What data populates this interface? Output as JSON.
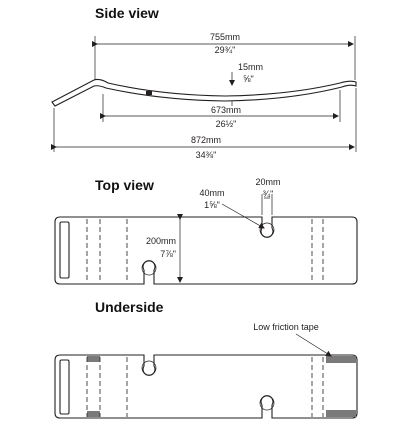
{
  "side_view": {
    "title": "Side view",
    "dim_top_mm": "755mm",
    "dim_top_in": "29¾\"",
    "dim_thickness_mm": "15mm",
    "dim_thickness_in": "⅝\"",
    "dim_mid_mm": "673mm",
    "dim_mid_in": "26½\"",
    "dim_total_mm": "872mm",
    "dim_total_in": "34⅜\""
  },
  "top_view": {
    "title": "Top view",
    "dim_slot_width_mm": "20mm",
    "dim_slot_width_in": "¾\"",
    "dim_slot_depth_mm": "40mm",
    "dim_slot_depth_in": "1⅝\"",
    "dim_width_mm": "200mm",
    "dim_width_in": "7⅞\""
  },
  "underside": {
    "title": "Underside",
    "tape_label": "Low friction tape",
    "tape_color": "#7a7a7a"
  }
}
